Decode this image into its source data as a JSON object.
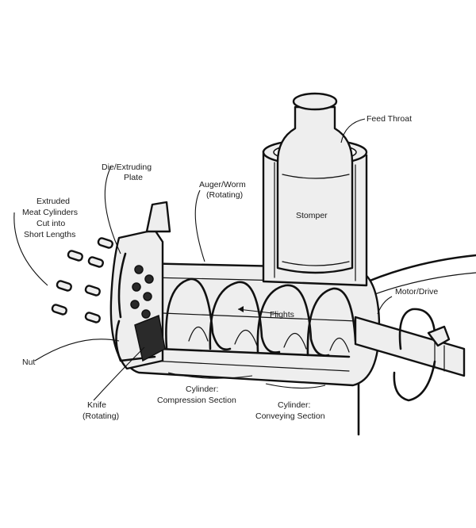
{
  "labels": {
    "feed_throat": "Feed Throat",
    "die_line1": "Die/Extruding",
    "die_line2": "Plate",
    "auger_line1": "Auger/Worm",
    "auger_line2": "(Rotating)",
    "stomper": "Stomper",
    "extruded_line1": "Extruded",
    "extruded_line2": "Meat Cylinders",
    "extruded_line3": "Cut into",
    "extruded_line4": "Short Lengths",
    "motor_drive": "Motor/Drive",
    "flights": "Flights",
    "nut": "Nut",
    "knife_line1": "Knife",
    "knife_line2": "(Rotating)",
    "compression_line1": "Cylinder:",
    "compression_line2": "Compression Section",
    "conveying_line1": "Cylinder:",
    "conveying_line2": "Conveying Section"
  },
  "colors": {
    "ink": "#111111",
    "paper": "#ffffff",
    "shade": "#eeeeee"
  }
}
